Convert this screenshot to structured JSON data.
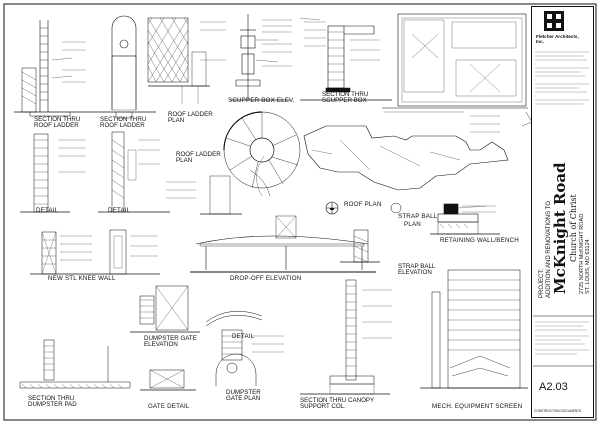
{
  "titles": {
    "section_thru_roof_ladder": "SECTION THRU ROOF LADDER",
    "section_thru_roof_ladder_second": "SECTION THRU ROOF LADDER",
    "roof_ladder_plan_top": "ROOF LADDER PLAN",
    "scupper_box_elev": "SCUPPER BOX ELEV.",
    "section_thru_scupper_box": "SECTION THRU SCUPPER BOX",
    "roof_ladder_plan": "ROOF LADDER PLAN",
    "roof_plan": "ROOF PLAN",
    "detail_1": "DETAIL",
    "detail_2": "DETAIL",
    "strap_ball": "STRAP BALL",
    "strap_ball_plan": "PLAN",
    "retaining_wall_bench": "RETAINING WALL/BENCH",
    "drop_off_elevation": "DROP-OFF ELEVATION",
    "strap_ball_elevation": "STRAP BALL ELEVATION",
    "new_stl_knee_wall": "NEW STL KNEE WALL",
    "dumpster_gate_elevation": "DUMPSTER GATE ELEVATION",
    "detail_3": "DETAIL",
    "section_thru_dumpster_pad": "SECTION THRU DUMPSTER PAD",
    "gate_detail": "GATE DETAIL",
    "dumpster_gate_plan": "DUMPSTER GATE PLAN",
    "section_thru_canopy_support_col": "SECTION THRU CANOPY SUPPORT COL.",
    "mech_equipment_screen": "MECH. EQUIPMENT SCREEN"
  },
  "title_block": {
    "firm_name": "Fletcher Architects, Inc.",
    "project_label": "PROJECT:",
    "project_desc": "ADDITION AND RENOVATIONS TO",
    "project_name": "McKnight Road",
    "project_sub": "Church of Christ",
    "address_1": "2725 NORTH McKNIGHT ROAD",
    "address_2": "ST. LOUIS, MO 63124",
    "sheet_number": "A2.03",
    "status": "CONSTRUCTION DOCUMENTS"
  },
  "icons": [
    "north-arrow-icon",
    "firm-logo-icon"
  ]
}
